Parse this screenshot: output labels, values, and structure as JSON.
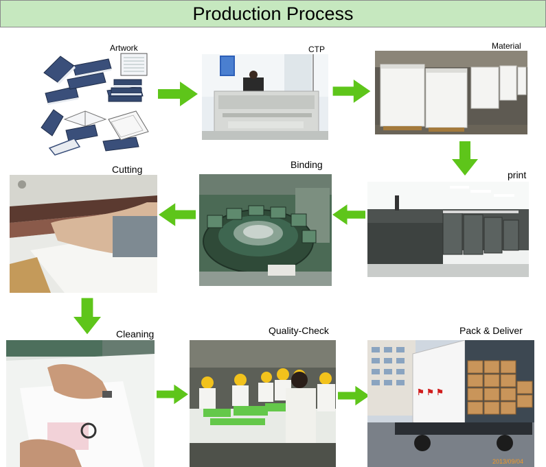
{
  "title": "Production Process",
  "steps": [
    {
      "label": "Artwork"
    },
    {
      "label": "CTP"
    },
    {
      "label": "Material"
    },
    {
      "label": "print"
    },
    {
      "label": "Binding"
    },
    {
      "label": "Cutting"
    },
    {
      "label": "Cleaning"
    },
    {
      "label": "Quality-Check"
    },
    {
      "label": "Pack & Deliver"
    }
  ],
  "colors": {
    "title_bg": "#c6e8bf",
    "arrow": "#5ec51a"
  },
  "photo_stamp": "2013/09/04"
}
